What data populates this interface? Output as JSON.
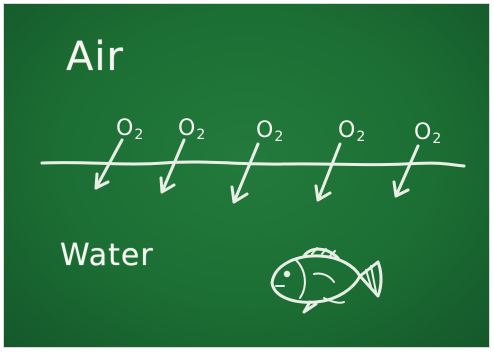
{
  "labels": {
    "air": "Air",
    "water": "Water"
  },
  "molecules": [
    {
      "symbol": "O",
      "subscript": "2"
    },
    {
      "symbol": "O",
      "subscript": "2"
    },
    {
      "symbol": "O",
      "subscript": "2"
    },
    {
      "symbol": "O",
      "subscript": "2"
    },
    {
      "symbol": "O",
      "subscript": "2"
    }
  ],
  "colors": {
    "board": "#1c6e34",
    "chalk": "#f4f6ef"
  }
}
